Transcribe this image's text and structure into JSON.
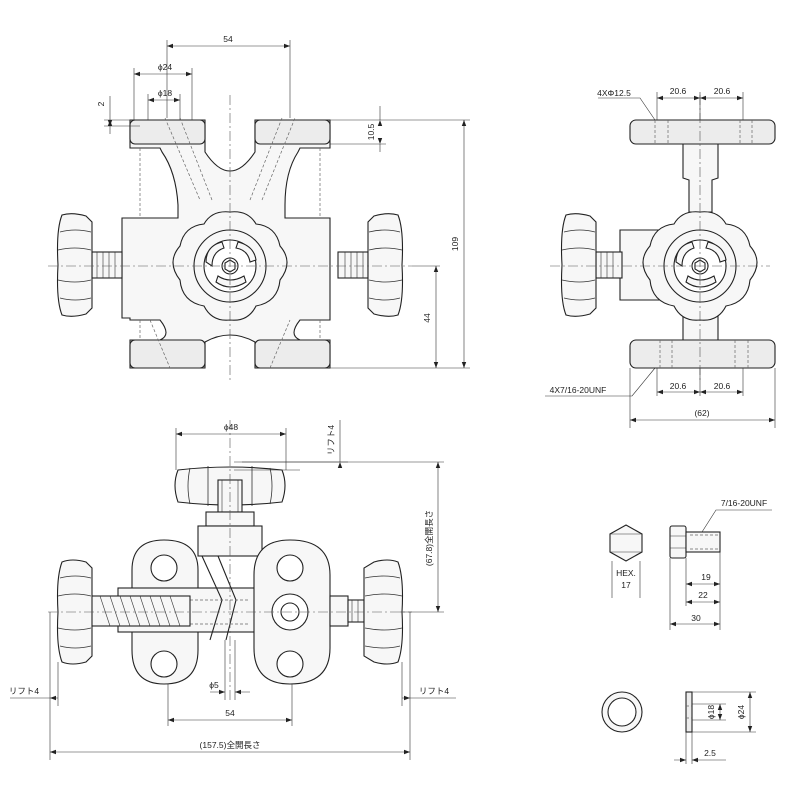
{
  "front_view": {
    "dim_54": "54",
    "dim_phi24": "ϕ24",
    "dim_phi18": "ϕ18",
    "dim_2": "2",
    "dim_10_5": "10.5",
    "dim_109": "109",
    "dim_44": "44"
  },
  "side_view": {
    "hole_callout": "4XΦ12.5",
    "top_pitch_left": "20.6",
    "top_pitch_right": "20.6",
    "thread_callout": "4X7/16-20UNF",
    "bottom_pitch_left": "20.6",
    "bottom_pitch_right": "20.6",
    "overall_width": "(62)"
  },
  "bottom_view": {
    "handle_dia": "ϕ48",
    "lift_top": "リフト4",
    "full_open_height": "(67.8)全開長さ",
    "lift_left": "リフト4",
    "lift_right": "リフト4",
    "dim_phi5": "ϕ5",
    "dim_54": "54",
    "full_open_length": "(157.5)全開長さ"
  },
  "plug_view": {
    "hex_label": "HEX.",
    "hex_size": "17",
    "thread_label": "7/16-20UNF",
    "dim_19": "19",
    "dim_22": "22",
    "dim_30": "30"
  },
  "washer_view": {
    "dim_phi18": "ϕ18",
    "dim_phi24": "ϕ24",
    "dim_2_5": "2.5"
  }
}
